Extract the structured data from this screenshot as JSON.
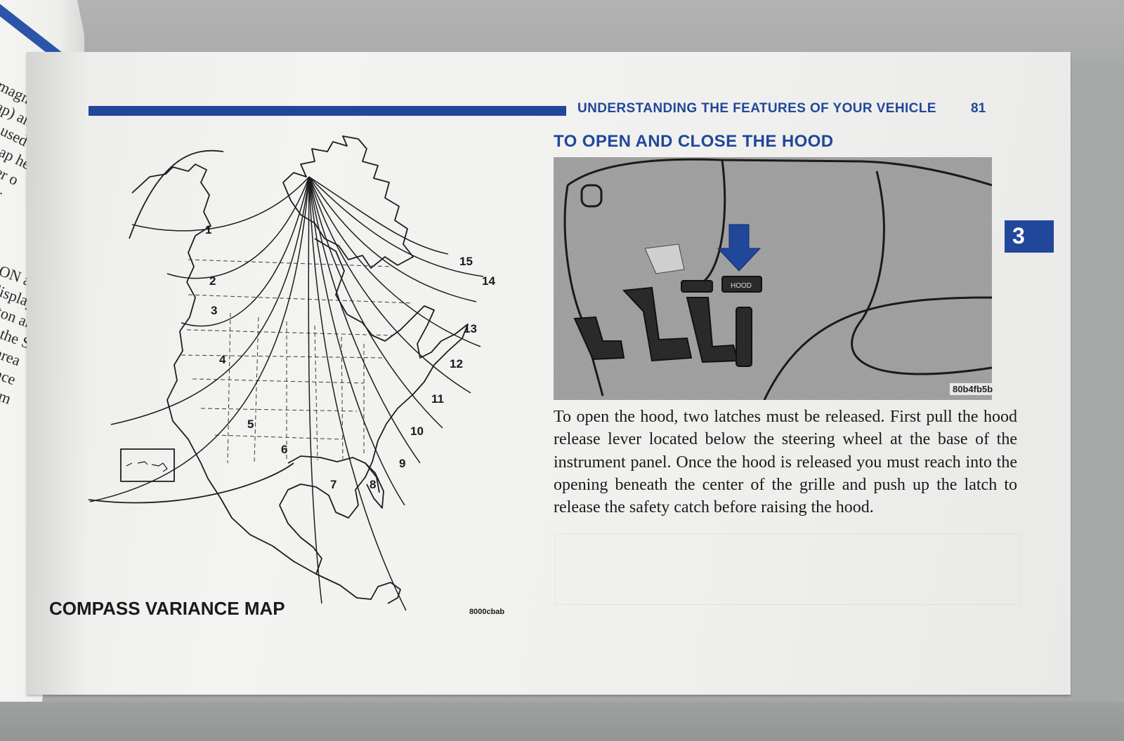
{
  "header": {
    "section_title": "UNDERSTANDING THE FEATURES OF YOUR VEHICLE",
    "page_number": "81"
  },
  "chapter_tab": "3",
  "left_page_fragments": {
    "block1": [
      "magnetic d",
      "nap) and th",
      "t is used to",
      "ed map he",
      "e driver o",
      "is driver"
    ],
    "block2": [
      "ON and d",
      "displayed",
      "utton and",
      "ess the S",
      "our area",
      "variance",
      "ill resum"
    ]
  },
  "map": {
    "caption": "COMPASS VARIANCE MAP",
    "code": "8000cbab",
    "zones": [
      "1",
      "2",
      "3",
      "4",
      "5",
      "6",
      "7",
      "8",
      "9",
      "10",
      "11",
      "12",
      "13",
      "14",
      "15"
    ]
  },
  "hood_section": {
    "title": "TO OPEN AND CLOSE THE HOOD",
    "photo_code": "80b4fb5b",
    "photo_label": "HOOD",
    "paragraph": "To open the hood, two latches must be released. First pull the hood release lever located below the steering wheel at the base of the instrument panel. Once the hood is released you must reach into the opening beneath the center of the grille and push up the latch to release the safety catch before raising the hood."
  },
  "colors": {
    "brand_blue": "#21479b",
    "text": "#1a1a1a",
    "page": "#f0f0ee"
  }
}
